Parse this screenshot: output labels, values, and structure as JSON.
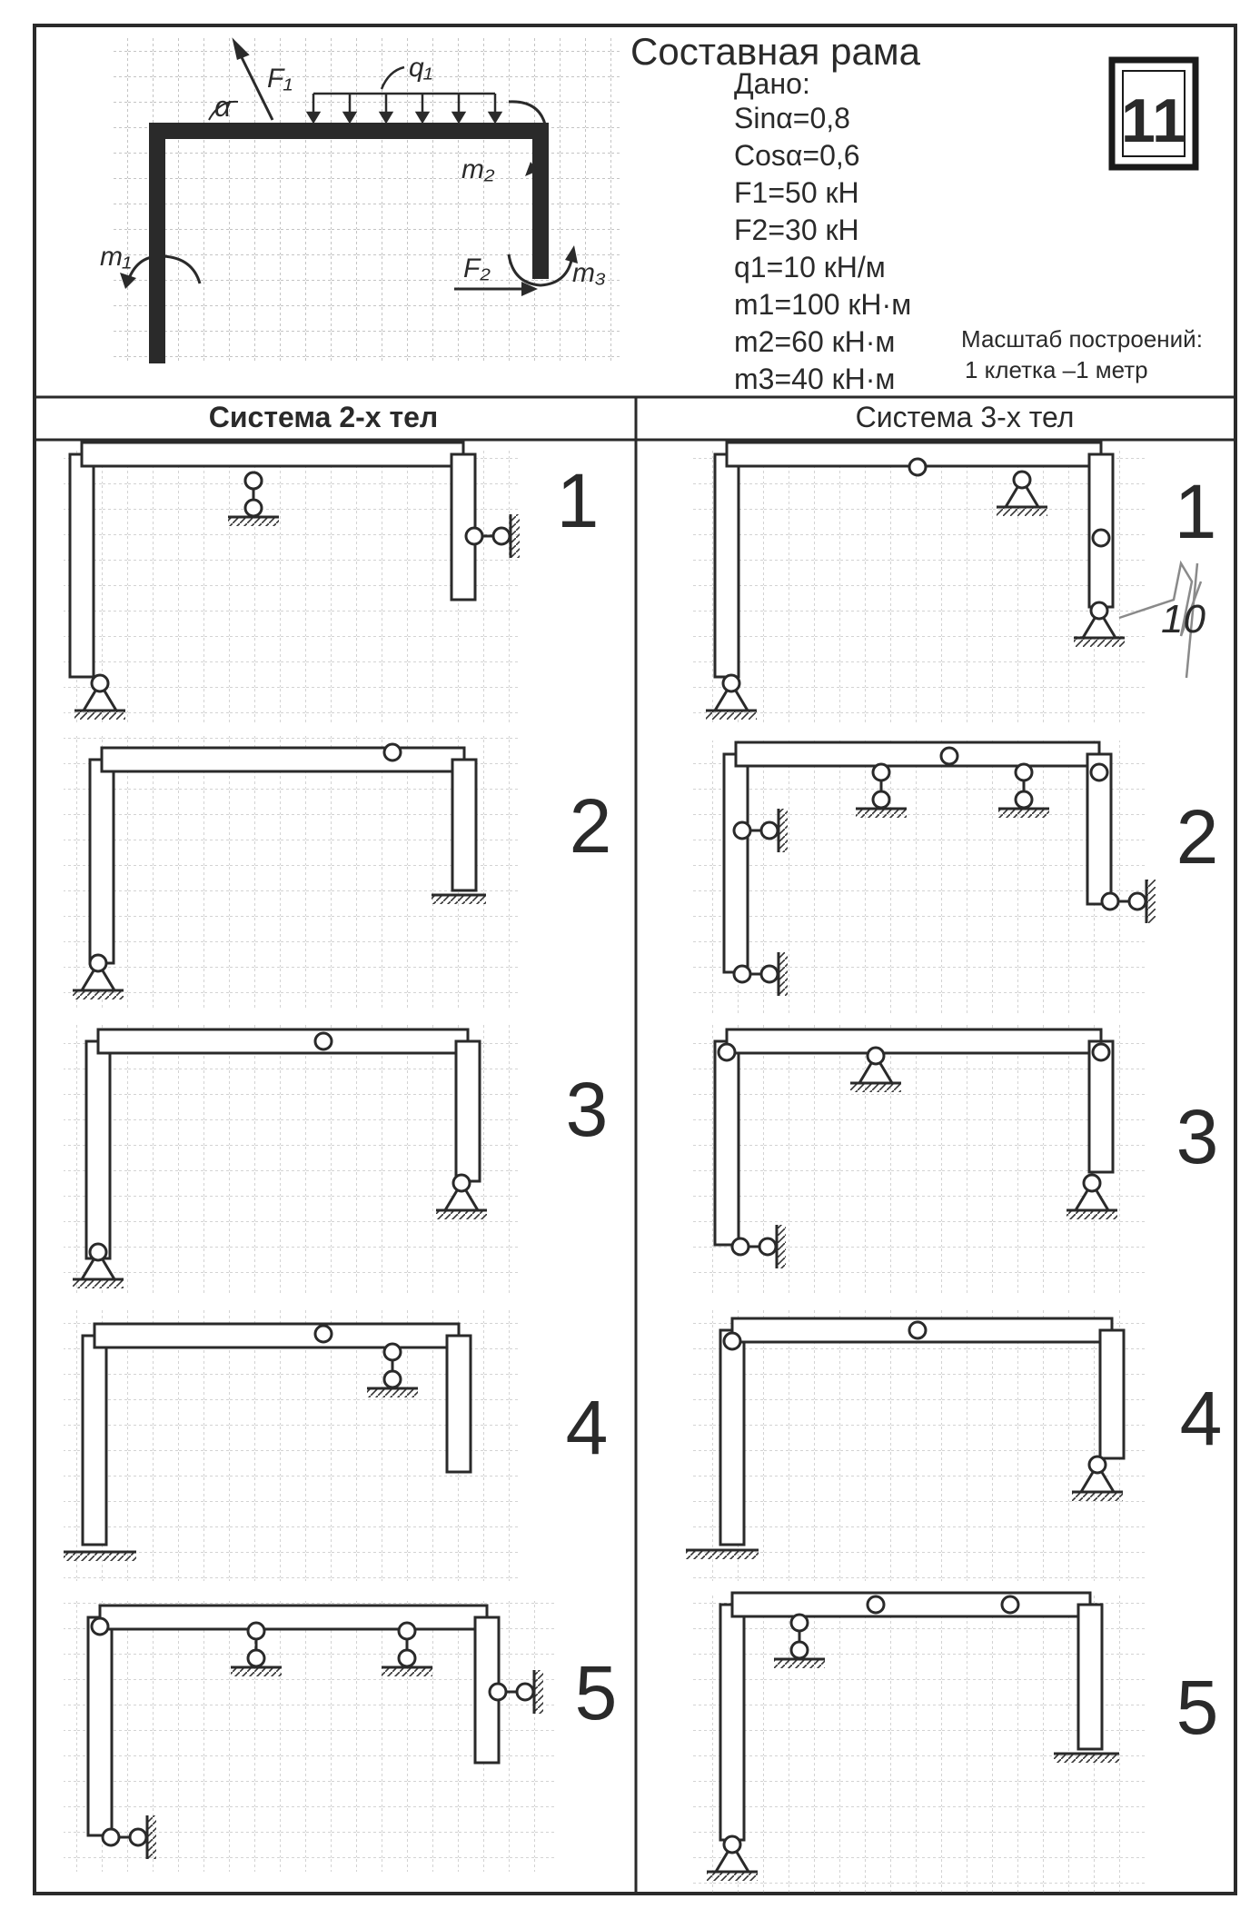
{
  "header": {
    "title": "Составная рама",
    "given_label": "Дано:",
    "given": [
      "Sinα=0,8",
      "Cosα=0,6",
      "F1=50 кН",
      "F2=30 кН",
      "q1=10 кН/м",
      "m1=100 кН·м",
      "m2=60 кН·м",
      "m3=40 кН·м"
    ],
    "variant": "11",
    "scale_title": "Масштаб построений:",
    "scale_value": "1 клетка –1 метр"
  },
  "diagram_labels": {
    "F1": "F₁",
    "q1": "q₁",
    "alpha": "α",
    "m2": "m₂",
    "m1": "m₁",
    "F2": "F₂",
    "m3": "m₃"
  },
  "columns": {
    "left": "Система 2-х тел",
    "right": "Система 3-х тел"
  },
  "left_variants": [
    "1",
    "2",
    "3",
    "4",
    "5"
  ],
  "right_variants": [
    "1",
    "2",
    "3",
    "4",
    "5"
  ],
  "handwriting": "10"
}
